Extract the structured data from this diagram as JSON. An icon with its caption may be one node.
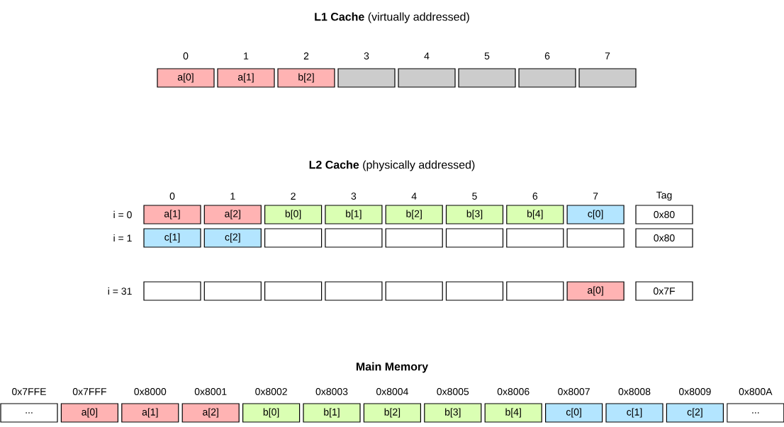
{
  "diagram": {
    "nodes": [
      {
        "text": [
          "a[0]"
        ]
      },
      {
        "text": [
          "a[1]"
        ]
      },
      {
        "text": [
          "b[2]"
        ]
      },
      {
        "text": [],
        "shape": "box"
      },
      {
        "text": [],
        "shape": "box"
      },
      {
        "text": [],
        "shape": "box"
      },
      {
        "text": [],
        "shape": "box"
      },
      {
        "text": [],
        "shape": "box"
      },
      {
        "text": [
          "a[1]"
        ]
      },
      {
        "text": [
          "a[2]"
        ]
      },
      {
        "text": [
          "b[0]"
        ]
      },
      {
        "text": [
          "b[1]"
        ]
      },
      {
        "text": [
          "b[2]"
        ]
      },
      {
        "text": [
          "b[3]"
        ]
      },
      {
        "text": [
          "b[4]"
        ]
      },
      {
        "text": [
          "c[0]"
        ]
      },
      {
        "text": [
          "0x80"
        ]
      },
      {
        "text": [
          "c[1]"
        ]
      },
      {
        "text": [
          "c[2]"
        ]
      },
      {
        "text": [],
        "shape": "box"
      },
      {
        "text": [],
        "shape": "box"
      },
      {
        "text": [],
        "shape": "box"
      },
      {
        "text": [],
        "shape": "box"
      },
      {
        "text": [],
        "shape": "box"
      },
      {
        "text": [],
        "shape": "box"
      },
      {
        "text": [
          "0x80"
        ]
      },
      {
        "text": [],
        "shape": "box"
      },
      {
        "text": [],
        "shape": "box"
      },
      {
        "text": [],
        "shape": "box"
      },
      {
        "text": [],
        "shape": "box"
      },
      {
        "text": [],
        "shape": "box"
      },
      {
        "text": [],
        "shape": "box"
      },
      {
        "text": [],
        "shape": "box"
      },
      {
        "text": [
          "a[0]"
        ]
      },
      {
        "text": [
          "0x7F"
        ]
      },
      {
        "text": [
          "..."
        ]
      },
      {
        "text": [
          "a[0]"
        ]
      },
      {
        "text": [
          "a[1]"
        ]
      },
      {
        "text": [
          "a[2]"
        ]
      },
      {
        "text": [
          "b[0]"
        ]
      },
      {
        "text": [
          "b[1]"
        ]
      },
      {
        "text": [
          "b[2]"
        ]
      },
      {
        "text": [
          "b[3]"
        ]
      },
      {
        "text": [
          "b[4]"
        ]
      },
      {
        "text": [
          "c[0]"
        ]
      },
      {
        "text": [
          "c[1]"
        ]
      },
      {
        "text": [
          "c[2]"
        ]
      },
      {
        "text": [
          "..."
        ]
      }
    ],
    "labels": [
      "**L1 Cache** (virtually addressed)",
      "0",
      "1",
      "2",
      "3",
      "4",
      "5",
      "6",
      "7",
      "**L2 Cache** (physically addressed)",
      "0",
      "1",
      "2",
      "3",
      "4",
      "5",
      "6",
      "7",
      "Tag",
      "i = 0",
      "i = 1",
      "i = 31",
      "Main Memory",
      "0x7FFE",
      "0x7FFF",
      "0x8000",
      "0x8001",
      "0x8002",
      "0x8003",
      "0x8004",
      "0x8005",
      "0x8006",
      "0x8007",
      "0x8008",
      "0x8009",
      "0x800A"
    ]
  }
}
